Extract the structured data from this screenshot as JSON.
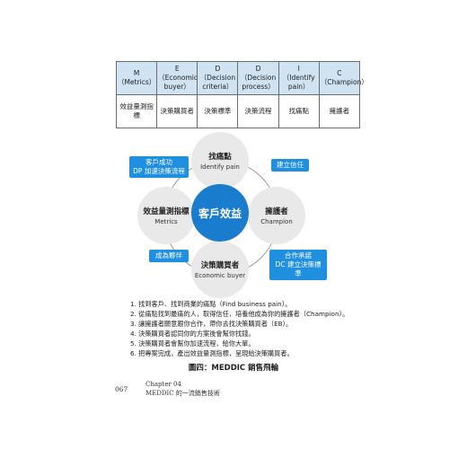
{
  "table": {
    "headers": [
      {
        "letter": "M",
        "english": "（Metrics）"
      },
      {
        "letter": "E",
        "english": "（Economic buyer）"
      },
      {
        "letter": "D",
        "english": "（Decision criteria）"
      },
      {
        "letter": "D",
        "english": "（Decision process）"
      },
      {
        "letter": "I",
        "english": "（Identify pain）"
      },
      {
        "letter": "C",
        "english": "（Champion）"
      }
    ],
    "row": [
      "效益量測指標",
      "決策購買者",
      "決策標準",
      "決策流程",
      "找痛點",
      "擁護者"
    ]
  },
  "diagram": {
    "center": "客戶效益",
    "nodes": {
      "top": {
        "zh": "找痛點",
        "en": "Identify pain"
      },
      "right": {
        "zh": "擁護者",
        "en": "Champion"
      },
      "bottom": {
        "zh": "決策購買者",
        "en": "Economic buyer"
      },
      "left": {
        "zh": "效益量測指標",
        "en": "Metrics"
      }
    },
    "tags": {
      "top_left": [
        "客戶成功",
        "DP 加速決策流程"
      ],
      "top_right": "建立信任",
      "bottom_left": "成為夥伴",
      "bottom_right": [
        "合作承諾",
        "DC 建立決策標準"
      ]
    }
  },
  "steps": [
    "1. 找到客戶、找到商業的痛點（Find business pain）。",
    "2. 從痛點找到最痛的人，取得信任，培養他成為你的擁護者（Champion）。",
    "3. 讓擁護者願意跟你合作，帶你去找決策購買者（EB）。",
    "4. 決策購買者認同你的方案後會幫你找錢。",
    "5. 決策購買者會幫你加速流程，給你大單。",
    "6. 把專案完成，產出效益量測指標，呈現給決策購買者。"
  ],
  "caption": "圖四：MEDDIC 銷售飛輪",
  "footer": {
    "page_number": "067",
    "chapter": "Chapter 04",
    "chapter_title": "MEDDIC 的一流銷售技術"
  },
  "colors": {
    "header_bg": "#cfe3f3",
    "center": "#1a7ccc",
    "tag": "#1f8fe0",
    "node": "#e9e9e9"
  }
}
